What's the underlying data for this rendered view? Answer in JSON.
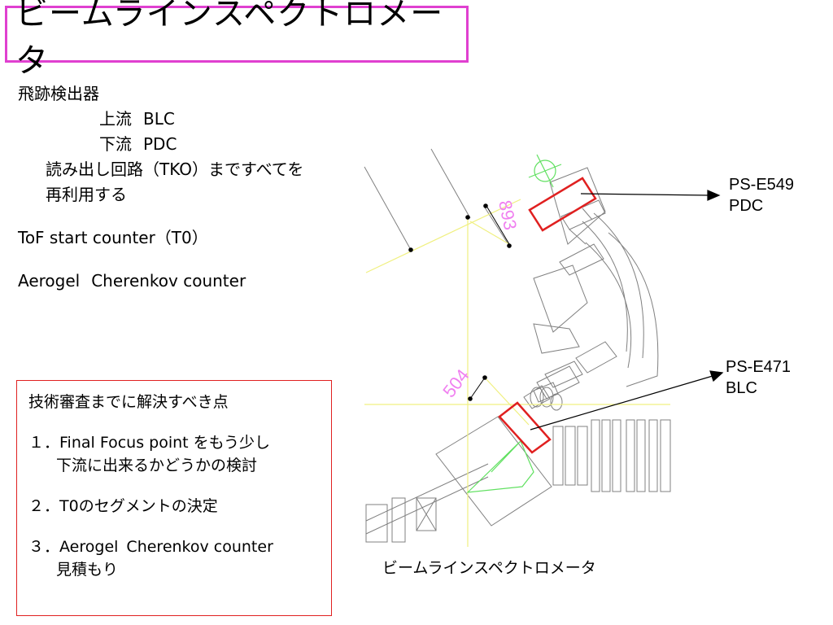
{
  "title": "ビームラインスペクトロメータ",
  "detectors": {
    "heading": "飛跡検出器",
    "upstream_label": "上流",
    "upstream_value": "BLC",
    "downstream_label": "下流",
    "downstream_value": "PDC",
    "note_line1": "読み出し回路（TKO）まですべてを",
    "note_line2": "再利用する",
    "tof": "ToF start counter（T0）",
    "aerogel_a": "Aerogel",
    "aerogel_b": "Cherenkov counter"
  },
  "review": {
    "heading": "技術審査までに解決すべき点",
    "item1_line1": "１．Final Focus point をもう少し",
    "item1_line2": "下流に出来るかどうかの検討",
    "item2": "２．T0のセグメントの決定",
    "item3_prefix": "３．",
    "item3_a": "Aerogel",
    "item3_b": "Cherenkov counter",
    "item3_line2": "見積もり"
  },
  "diagram": {
    "dim_upper": "893",
    "dim_lower": "504",
    "callout_pdc_line1": "PS-E549",
    "callout_pdc_line2": "PDC",
    "callout_blc_line1": "PS-E471",
    "callout_blc_line2": "BLC",
    "caption": "ビームラインスペクトロメータ",
    "colors": {
      "frame": "#e040d0",
      "detector": "#e02020",
      "beam": "#f0f080",
      "dimension": "#f080f0",
      "trajectory": "#60e060",
      "drawing": "#808080"
    }
  }
}
